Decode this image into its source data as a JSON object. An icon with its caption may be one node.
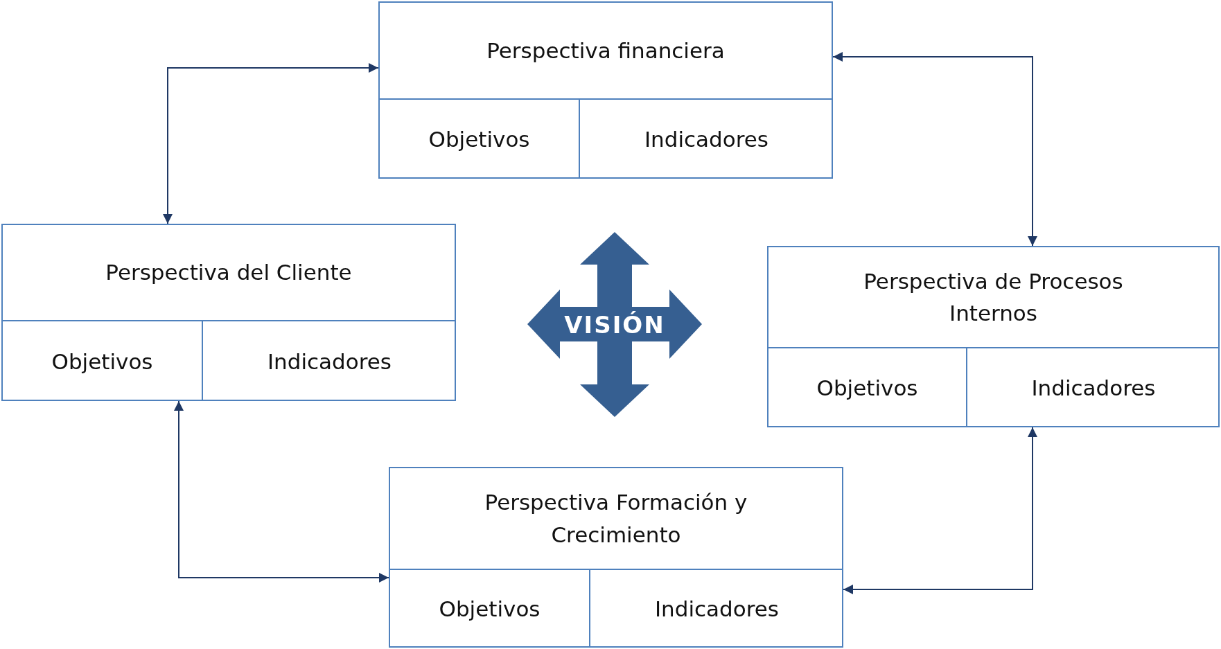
{
  "diagram": {
    "nodes": [
      {
        "text": [
          "Perspectiva financiera"
        ]
      },
      {
        "text": [
          "Objetivos"
        ],
        "in": 0
      },
      {
        "text": [
          "Indicadores"
        ],
        "in": 0
      },
      {
        "text": [
          "Perspectiva del Cliente"
        ]
      },
      {
        "text": [
          "Objetivos"
        ],
        "in": 3
      },
      {
        "text": [
          "Indicadores"
        ],
        "in": 3
      },
      {
        "text": [
          "VISIÓN"
        ]
      },
      {
        "text": [
          "Perspectiva de Procesos Internos"
        ]
      },
      {
        "text": [
          "Objetivos"
        ],
        "in": 7
      },
      {
        "text": [
          "Indicadores"
        ],
        "in": 7
      },
      {
        "text": [
          "Perspectiva Formación y Crecimiento"
        ]
      },
      {
        "text": [
          "Objetivos"
        ],
        "in": 10
      },
      {
        "text": [
          "Indicadores"
        ],
        "in": 10
      }
    ],
    "edges": [
      {
        "from": 0,
        "to": 3,
        "arrow": "both"
      },
      {
        "from": 0,
        "to": 7,
        "arrow": "both"
      },
      {
        "from": 3,
        "to": 10,
        "arrow": "both"
      },
      {
        "from": 7,
        "to": 10,
        "arrow": "both"
      }
    ]
  }
}
